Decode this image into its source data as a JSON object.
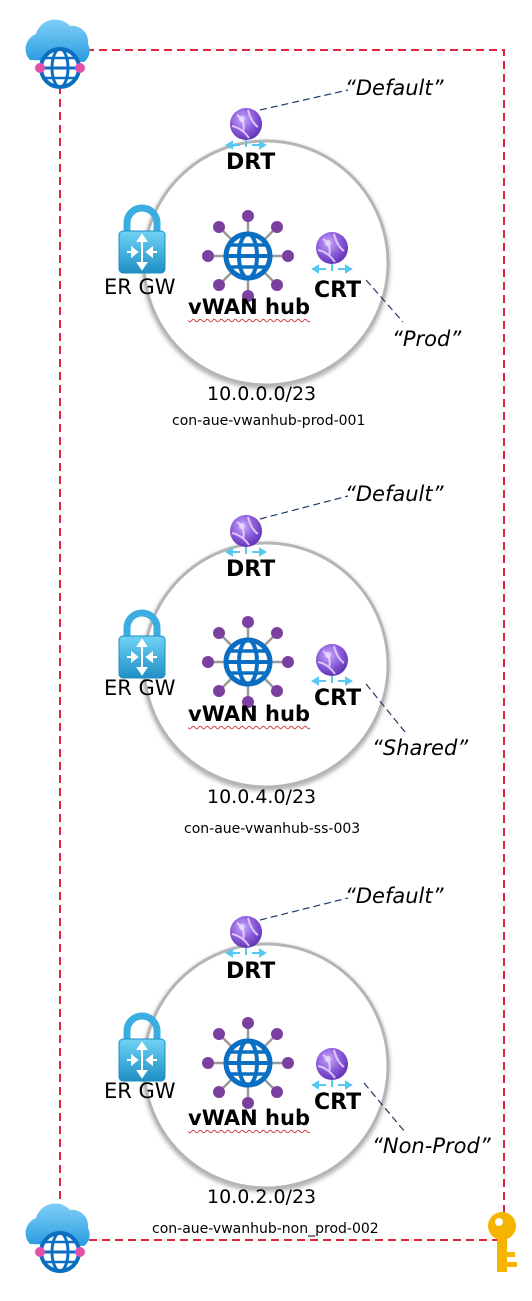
{
  "hubs": [
    {
      "drt_label": "DRT",
      "crt_label": "CRT",
      "ergw_label": "ER GW",
      "hub_label": "vWAN hub",
      "cidr": "10.0.0.0/23",
      "name": "con-aue-vwanhub-prod-001",
      "default_rt": "“Default”",
      "custom_rt": "“Prod”"
    },
    {
      "drt_label": "DRT",
      "crt_label": "CRT",
      "ergw_label": "ER GW",
      "hub_label": "vWAN hub",
      "cidr": "10.0.4.0/23",
      "name": "con-aue-vwanhub-ss-003",
      "default_rt": "“Default”",
      "custom_rt": "“Shared”"
    },
    {
      "drt_label": "DRT",
      "crt_label": "CRT",
      "ergw_label": "ER GW",
      "hub_label": "vWAN hub",
      "cidr": "10.0.2.0/23",
      "name": "con-aue-vwanhub-non_prod-002",
      "default_rt": "“Default”",
      "custom_rt": "“Non-Prod”"
    }
  ],
  "colors": {
    "boundary": "#e0263a",
    "hub_circle": "#b5b5b5",
    "globe": "#0a6fc2",
    "node": "#7b3fa0",
    "route_table": "#8a5ad8",
    "lock": "#33b6e0",
    "key": "#f5b400"
  }
}
